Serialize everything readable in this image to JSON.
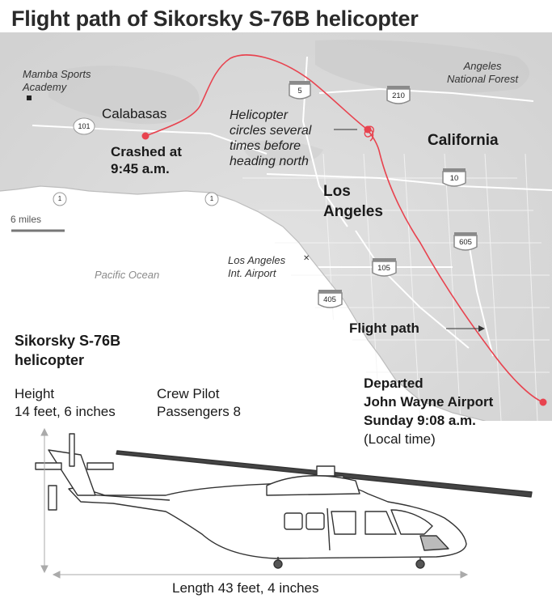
{
  "title": "Flight path of Sikorsky S-76B helicopter",
  "places": {
    "mamba": "Mamba Sports\nAcademy",
    "calabasas": "Calabasas",
    "angeles_forest": "Angeles\nNational Forest",
    "california": "California",
    "los_angeles": "Los\nAngeles",
    "lax": "Los Angeles\nInt. Airport",
    "pacific": "Pacific Ocean"
  },
  "annotations": {
    "crashed": "Crashed at\n9:45 a.m.",
    "circles": "Helicopter\ncircles several\ntimes before\nheading north",
    "flight_path": "Flight path",
    "departed_line1": "Departed",
    "departed_line2": "John Wayne Airport",
    "departed_line3": "Sunday 9:08 a.m.",
    "departed_line4": "(Local time)"
  },
  "scale": {
    "label": "6 miles"
  },
  "highways": {
    "i5": "5",
    "i210": "210",
    "i10": "10",
    "i605": "605",
    "i105": "105",
    "i405": "405",
    "us101": "101",
    "sr1_west": "1",
    "sr1_east": "1"
  },
  "helicopter": {
    "name": "Sikorsky S-76B\nhelicopter",
    "height_label": "Height",
    "height_value": "14 feet, 6 inches",
    "crew_label": "Crew Pilot",
    "passengers_label": "Passengers 8",
    "length_label": "Length 43 feet, 4 inches"
  },
  "colors": {
    "flight_path": "#e8434f",
    "land": "#dcdcdc",
    "ocean": "#ffffff",
    "text": "#1a1a1a"
  }
}
